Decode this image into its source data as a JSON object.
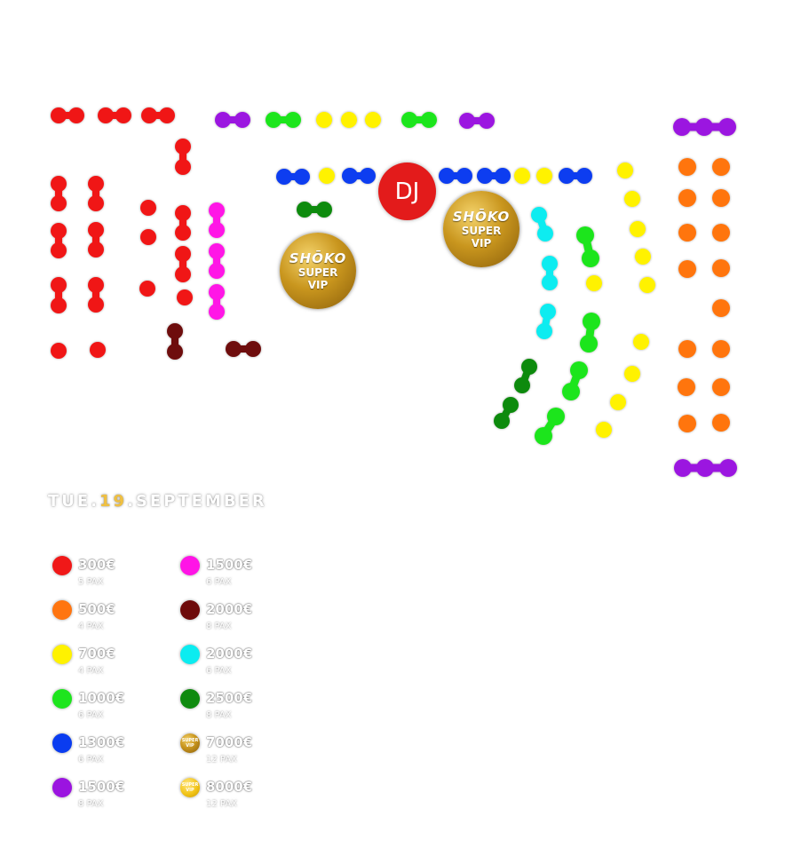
{
  "stage": {
    "dj_label": "DJ"
  },
  "vip_tables": [
    {
      "brand": "SHŌKO",
      "line1": "SUPER",
      "line2": "VIP"
    },
    {
      "brand": "SHŌKO",
      "line1": "SUPER",
      "line2": "VIP"
    }
  ],
  "date": {
    "prefix": "TUE.",
    "day": "19",
    "suffix": ".SEPTEMBER"
  },
  "colors": {
    "red": "#f01818",
    "orange": "#ff7510",
    "yellow": "#fff200",
    "green": "#1ee51e",
    "blue": "#0a3cf0",
    "purple": "#9b14e0",
    "magenta": "#ff14e6",
    "maroon": "#6e0a0a",
    "cyan": "#0cecf0",
    "darkgreen": "#0f8a0f"
  },
  "legend": [
    {
      "color": "red",
      "price": "300€",
      "pax": "5 PAX",
      "icon": "red-dot"
    },
    {
      "color": "orange",
      "price": "500€",
      "pax": "4 PAX",
      "icon": "orange-dot"
    },
    {
      "color": "yellow",
      "price": "700€",
      "pax": "4 PAX",
      "icon": "yellow-dot"
    },
    {
      "color": "green",
      "price": "1000€",
      "pax": "6 PAX",
      "icon": "green-dot"
    },
    {
      "color": "blue",
      "price": "1300€",
      "pax": "6 PAX",
      "icon": "blue-dot"
    },
    {
      "color": "purple",
      "price": "1500€",
      "pax": "8 PAX",
      "icon": "purple-dot"
    },
    {
      "color": "magenta",
      "price": "1500€",
      "pax": "6 PAX",
      "icon": "magenta-dot"
    },
    {
      "color": "maroon",
      "price": "2000€",
      "pax": "8 PAX",
      "icon": "maroon-dot"
    },
    {
      "color": "cyan",
      "price": "2000€",
      "pax": "6 PAX",
      "icon": "cyan-dot"
    },
    {
      "color": "darkgreen",
      "price": "2500€",
      "pax": "8 PAX",
      "icon": "darkgreen-dot"
    },
    {
      "color": "vip-gold",
      "price": "7000€",
      "pax": "12 PAX",
      "icon": "super-vip-icon",
      "badge": "SUPER VIP"
    },
    {
      "color": "vip-bright",
      "price": "8000€",
      "pax": "12 PAX",
      "icon": "super-vip-icon",
      "badge": "SUPER VIP"
    }
  ]
}
